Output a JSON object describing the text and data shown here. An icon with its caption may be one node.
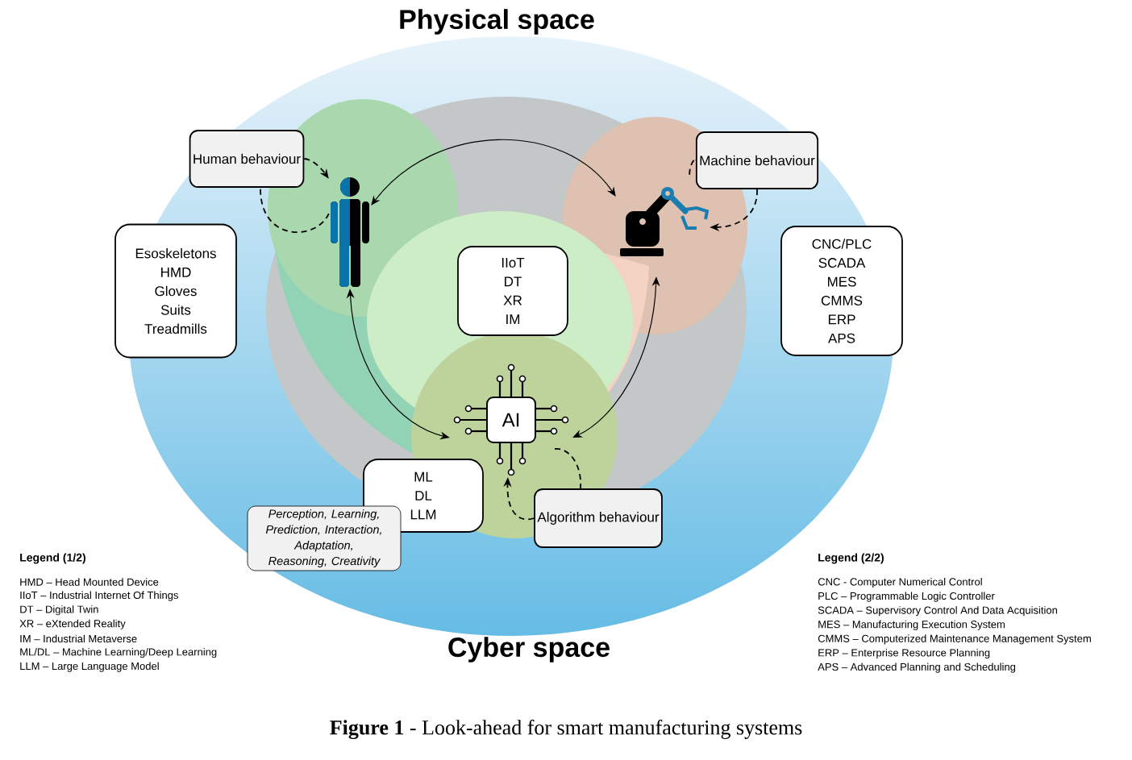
{
  "diagram": {
    "caption": "**Figure 1** - Look-ahead for smart manufacturing systems",
    "nodes": [
      {
        "text": [
          "Human behaviour"
        ]
      },
      {
        "text": [],
        "shape": "person"
      },
      {
        "text": [
          "Machine behaviour"
        ]
      },
      {
        "text": [],
        "shape": "robot"
      },
      {
        "text": [
          "Esoskeletons",
          "HMD",
          "Gloves",
          "Suits",
          "Treadmills"
        ]
      },
      {
        "text": [
          "IIoT",
          "DT",
          "XR",
          "IM"
        ]
      },
      {
        "text": [
          "CNC/PLC",
          "SCADA",
          "MES",
          "CMMS",
          "ERP",
          "APS"
        ]
      },
      {
        "text": [
          "AI"
        ]
      },
      {
        "text": [
          "ML",
          "DL",
          "LLM"
        ]
      },
      {
        "text": [
          "Perception, Learning, Prediction, Interaction, Adaptation, Reasoning, Creativity"
        ]
      },
      {
        "text": [
          "Algorithm behaviour"
        ]
      }
    ],
    "edges": [
      {
        "from": 0,
        "to": 1,
        "arrow": "to",
        "style": "dashed"
      },
      {
        "from": 1,
        "to": 0,
        "arrow": "none",
        "style": "dashed"
      },
      {
        "from": 2,
        "to": 3,
        "arrow": "to",
        "style": "dashed"
      },
      {
        "from": 3,
        "to": 2,
        "arrow": "none",
        "style": "dashed"
      },
      {
        "from": 1,
        "to": 3,
        "arrow": "both"
      },
      {
        "from": 1,
        "to": 7,
        "arrow": "both"
      },
      {
        "from": 3,
        "to": 7,
        "arrow": "both"
      },
      {
        "from": 10,
        "to": 7,
        "arrow": "to",
        "style": "dashed"
      },
      {
        "from": 7,
        "to": 10,
        "arrow": "none",
        "style": "dashed"
      }
    ],
    "labels": [
      "Physical space",
      "Legend (1/2)",
      "HMD – Head Mounted Device",
      "IIoT – Industrial Internet Of Things",
      "DT – Digital Twin",
      "XR – eXtended Reality",
      "IM – Industrial Metaverse",
      "ML/DL – Machine Learning/Deep Learning",
      "LLM – Large Language Model",
      "Cyber space",
      "Legend (2/2)",
      "CNC - Computer Numerical Control",
      "PLC – Programmable Logic Controller",
      "SCADA – Supervisory Control And Data Acquisition",
      "MES – Manufacturing Execution System",
      "CMMS – Computerized Maintenance Management System",
      "ERP – Enterprise Resource Planning",
      "APS – Advanced Planning and Scheduling"
    ]
  }
}
